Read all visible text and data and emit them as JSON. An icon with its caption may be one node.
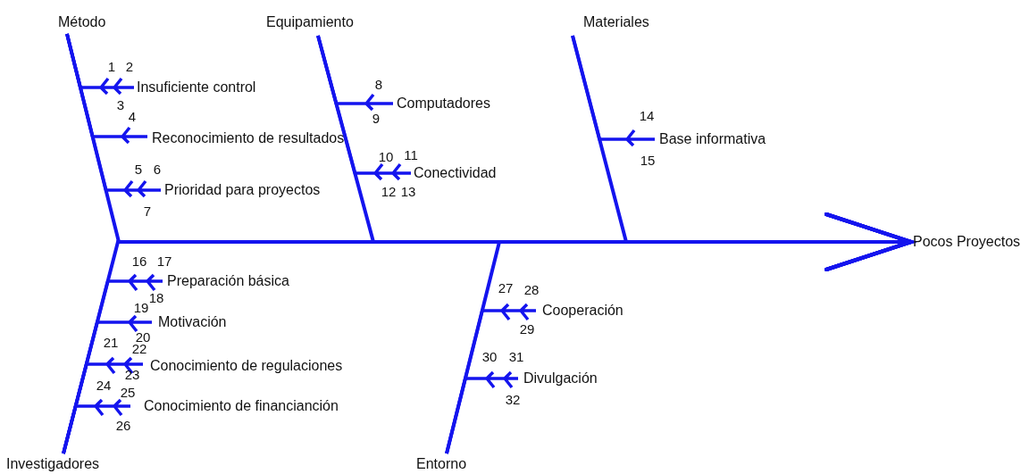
{
  "diagram": {
    "nodes": [
      {
        "text": [
          "Método"
        ]
      },
      {
        "text": [
          "Equipamiento"
        ]
      },
      {
        "text": [
          "Materiales"
        ]
      },
      {
        "text": [
          "Investigadores"
        ]
      },
      {
        "text": [
          "Entorno"
        ]
      },
      {
        "text": [
          "Pocos Proyectos"
        ]
      },
      {
        "text": [
          "Insuficiente control"
        ],
        "beside": [
          "1",
          "2"
        ]
      },
      {
        "text": [
          "Reconocimiento de resultados"
        ],
        "beside": [
          "3",
          "4"
        ]
      },
      {
        "text": [
          "Prioridad para proyectos"
        ],
        "beside": [
          "5",
          "6",
          "7"
        ]
      },
      {
        "text": [
          "Computadores"
        ],
        "beside": [
          "8",
          "9"
        ]
      },
      {
        "text": [
          "Conectividad"
        ],
        "beside": [
          "10",
          "11",
          "12",
          "13"
        ]
      },
      {
        "text": [
          "Base informativa"
        ],
        "beside": [
          "14",
          "15"
        ]
      },
      {
        "text": [
          "Preparación básica"
        ],
        "beside": [
          "16",
          "17",
          "18"
        ]
      },
      {
        "text": [
          "Motivación"
        ],
        "beside": [
          "19",
          "20"
        ]
      },
      {
        "text": [
          "Conocimiento de regulaciones"
        ],
        "beside": [
          "21",
          "22",
          "23"
        ]
      },
      {
        "text": [
          "Conocimiento de financianción"
        ],
        "beside": [
          "24",
          "25",
          "26"
        ]
      },
      {
        "text": [
          "Cooperación"
        ],
        "beside": [
          "27",
          "28",
          "29"
        ]
      },
      {
        "text": [
          "Divulgación"
        ],
        "beside": [
          "30",
          "31",
          "32"
        ]
      }
    ],
    "edges": [
      {
        "from": 0,
        "to": 5,
        "arrow": "to"
      },
      {
        "from": 1,
        "to": 5,
        "arrow": "to"
      },
      {
        "from": 2,
        "to": 5,
        "arrow": "to"
      },
      {
        "from": 3,
        "to": 5,
        "arrow": "to"
      },
      {
        "from": 4,
        "to": 5,
        "arrow": "to"
      },
      {
        "from": 6,
        "to": 0,
        "arrow": "to"
      },
      {
        "from": 7,
        "to": 0,
        "arrow": "to"
      },
      {
        "from": 8,
        "to": 0,
        "arrow": "to"
      },
      {
        "from": 9,
        "to": 1,
        "arrow": "to"
      },
      {
        "from": 10,
        "to": 1,
        "arrow": "to"
      },
      {
        "from": 11,
        "to": 2,
        "arrow": "to"
      },
      {
        "from": 12,
        "to": 3,
        "arrow": "to"
      },
      {
        "from": 13,
        "to": 3,
        "arrow": "to"
      },
      {
        "from": 14,
        "to": 3,
        "arrow": "to"
      },
      {
        "from": 15,
        "to": 3,
        "arrow": "to"
      },
      {
        "from": 16,
        "to": 4,
        "arrow": "to"
      },
      {
        "from": 17,
        "to": 4,
        "arrow": "to"
      }
    ]
  }
}
